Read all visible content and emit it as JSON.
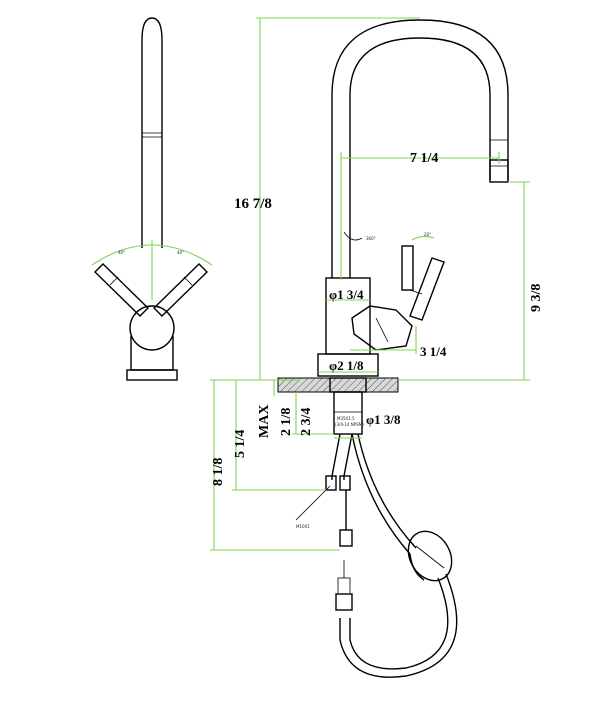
{
  "dimensions": {
    "overall_height": "16 7/8",
    "spout_reach": "7 1/4",
    "spout_height": "9 3/8",
    "body_diameter": "φ1 3/4",
    "base_diameter": "φ2 1/8",
    "handle_offset": "3 1/4",
    "max_label": "MAX",
    "deck_max": "2 1/8",
    "shank_length": "2 3/4",
    "shank_diameter": "φ1 3/8",
    "hose_length_1": "5 1/4",
    "hose_length_2": "8 1/8"
  },
  "angles": {
    "handle_left": "40°",
    "handle_right": "40°",
    "spout_rotation": "360°",
    "handle_tilt": "20°"
  },
  "labels": {
    "hose_connector": "M10X1",
    "shank_label_1": "M35X1.5",
    "shank_label_2": "(3/4-14 NPSM)"
  }
}
